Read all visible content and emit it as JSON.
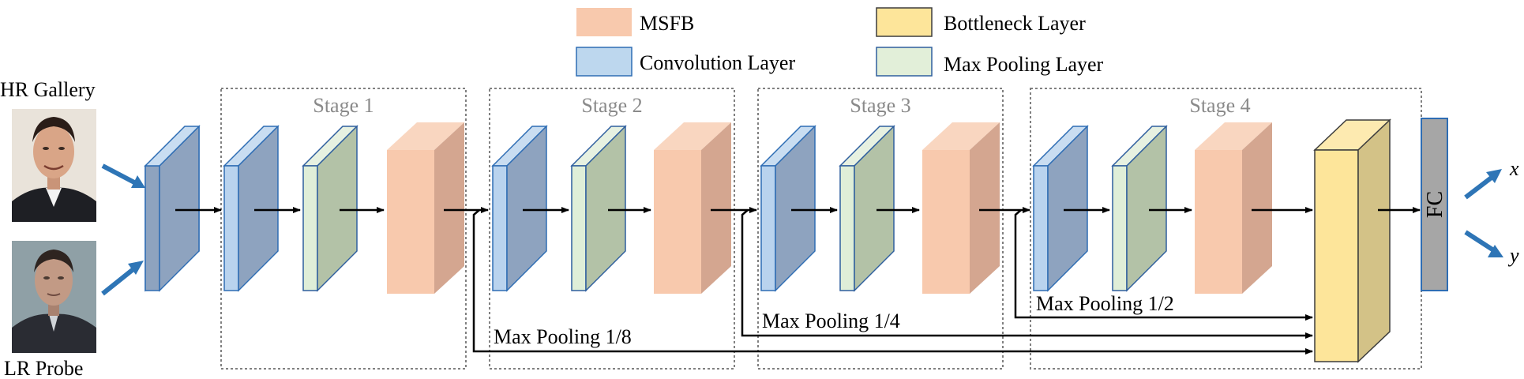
{
  "legend": {
    "msfb": "MSFB",
    "convolution": "Convolution Layer",
    "bottleneck": "Bottleneck Layer",
    "max_pooling": "Max Pooling Layer"
  },
  "inputs": {
    "hr_gallery": "HR Gallery",
    "lr_probe": "LR Probe"
  },
  "stages": [
    "Stage 1",
    "Stage 2",
    "Stage 3",
    "Stage 4"
  ],
  "skip_connections": [
    "Max Pooling 1/8",
    "Max Pooling 1/4",
    "Max Pooling 1/2"
  ],
  "fc_label": "FC",
  "outputs": [
    "x",
    "y"
  ],
  "colors": {
    "msfb_front": "#f8c9ad",
    "msfb_side": "#d4a690",
    "msfb_top": "#f9d6c0",
    "conv_front": "#8ea3bf",
    "conv_side": "#b9d3ee",
    "conv_stroke": "#2e6db4",
    "pool_front": "#b3c2a7",
    "pool_side": "#dfeed8",
    "pool_stroke": "#2f5f9e",
    "bottleneck_front": "#fde59a",
    "bottleneck_side": "#d3c287",
    "bottleneck_stroke": "#3d3d3d",
    "fc": "#a6a6a6",
    "fc_stroke": "#2e6db4",
    "stage_border": "#808080",
    "arrow": "#000000",
    "input_arrow": "#2e75b6"
  }
}
